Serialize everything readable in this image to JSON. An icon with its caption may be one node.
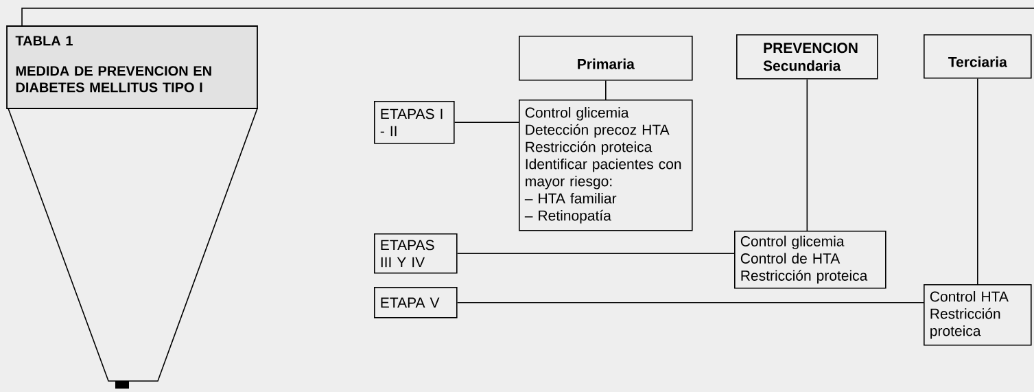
{
  "diagram": {
    "nodes": [
      {
        "text": [
          "TABLA 1",
          "MEDIDA DE PREVENCION EN DIABETES MELLITUS TIPO I"
        ]
      },
      {
        "text": [
          "Primaria"
        ]
      },
      {
        "text": [
          "PREVENCION Secundaria"
        ]
      },
      {
        "text": [
          "Terciaria"
        ]
      },
      {
        "text": [
          "ETAPAS I - II"
        ]
      },
      {
        "text": [
          "Control glicemia",
          "Detección precoz HTA",
          "Restricción proteica",
          "Identificar pacientes con mayor riesgo:",
          "– HTA familiar",
          "– Retinopatía"
        ]
      },
      {
        "text": [
          "ETAPAS III Y IV"
        ]
      },
      {
        "text": [
          "Control glicemia",
          "Control de HTA",
          "Restricción proteica"
        ]
      },
      {
        "text": [
          "ETAPA V"
        ]
      },
      {
        "text": [
          "Control HTA",
          "Restricción proteica"
        ]
      }
    ],
    "edges": [
      {
        "from": 1,
        "to": 5,
        "arrow": "none"
      },
      {
        "from": 4,
        "to": 5,
        "arrow": "none"
      },
      {
        "from": 2,
        "to": 7,
        "arrow": "none"
      },
      {
        "from": 6,
        "to": 7,
        "arrow": "none"
      },
      {
        "from": 3,
        "to": 9,
        "arrow": "none"
      },
      {
        "from": 8,
        "to": 9,
        "arrow": "none"
      }
    ]
  }
}
